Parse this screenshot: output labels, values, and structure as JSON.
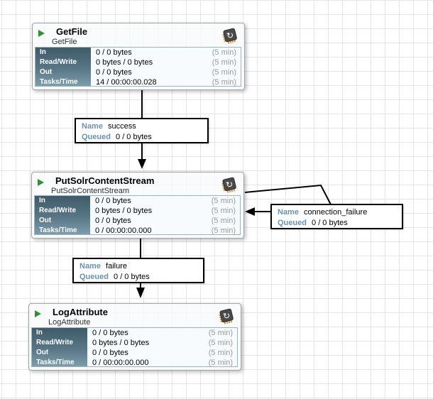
{
  "colors": {
    "run_green": "#2e9132",
    "label_key_blue": "#6a92aa",
    "stats_gradient_top": "#3f5b69",
    "stats_gradient_bottom": "#7e9dab",
    "grid_line": "#e4e4e4",
    "edge_black": "#000000",
    "chip_pin_gold": "#dd9230"
  },
  "processors": [
    {
      "title": "GetFile",
      "subtitle": "GetFile",
      "run_status_icon": "running-play-icon",
      "type_icon": "processor-chip-icon",
      "stats": {
        "rows": [
          {
            "label": "In",
            "value": "0 / 0 bytes",
            "window": "(5 min)"
          },
          {
            "label": "Read/Write",
            "value": "0 bytes / 0 bytes",
            "window": "(5 min)"
          },
          {
            "label": "Out",
            "value": "0 / 0 bytes",
            "window": "(5 min)"
          },
          {
            "label": "Tasks/Time",
            "value": "14 / 00:00:00.028",
            "window": "(5 min)"
          }
        ]
      }
    },
    {
      "title": "PutSolrContentStream",
      "subtitle": "PutSolrContentStream",
      "run_status_icon": "running-play-icon",
      "type_icon": "processor-chip-icon",
      "stats": {
        "rows": [
          {
            "label": "In",
            "value": "0 / 0 bytes",
            "window": "(5 min)"
          },
          {
            "label": "Read/Write",
            "value": "0 bytes / 0 bytes",
            "window": "(5 min)"
          },
          {
            "label": "Out",
            "value": "0 / 0 bytes",
            "window": "(5 min)"
          },
          {
            "label": "Tasks/Time",
            "value": "0 / 00:00:00.000",
            "window": "(5 min)"
          }
        ]
      }
    },
    {
      "title": "LogAttribute",
      "subtitle": "LogAttribute",
      "run_status_icon": "running-play-icon",
      "type_icon": "processor-chip-icon",
      "stats": {
        "rows": [
          {
            "label": "In",
            "value": "0 / 0 bytes",
            "window": "(5 min)"
          },
          {
            "label": "Read/Write",
            "value": "0 bytes / 0 bytes",
            "window": "(5 min)"
          },
          {
            "label": "Out",
            "value": "0 / 0 bytes",
            "window": "(5 min)"
          },
          {
            "label": "Tasks/Time",
            "value": "0 / 00:00:00.000",
            "window": "(5 min)"
          }
        ]
      }
    }
  ],
  "connections": [
    {
      "name_label": "Name",
      "name_value": "success",
      "queued_label": "Queued",
      "queued_value": "0 / 0 bytes"
    },
    {
      "name_label": "Name",
      "name_value": "connection_failure",
      "queued_label": "Queued",
      "queued_value": "0 / 0 bytes"
    },
    {
      "name_label": "Name",
      "name_value": "failure",
      "queued_label": "Queued",
      "queued_value": "0 / 0 bytes"
    }
  ]
}
